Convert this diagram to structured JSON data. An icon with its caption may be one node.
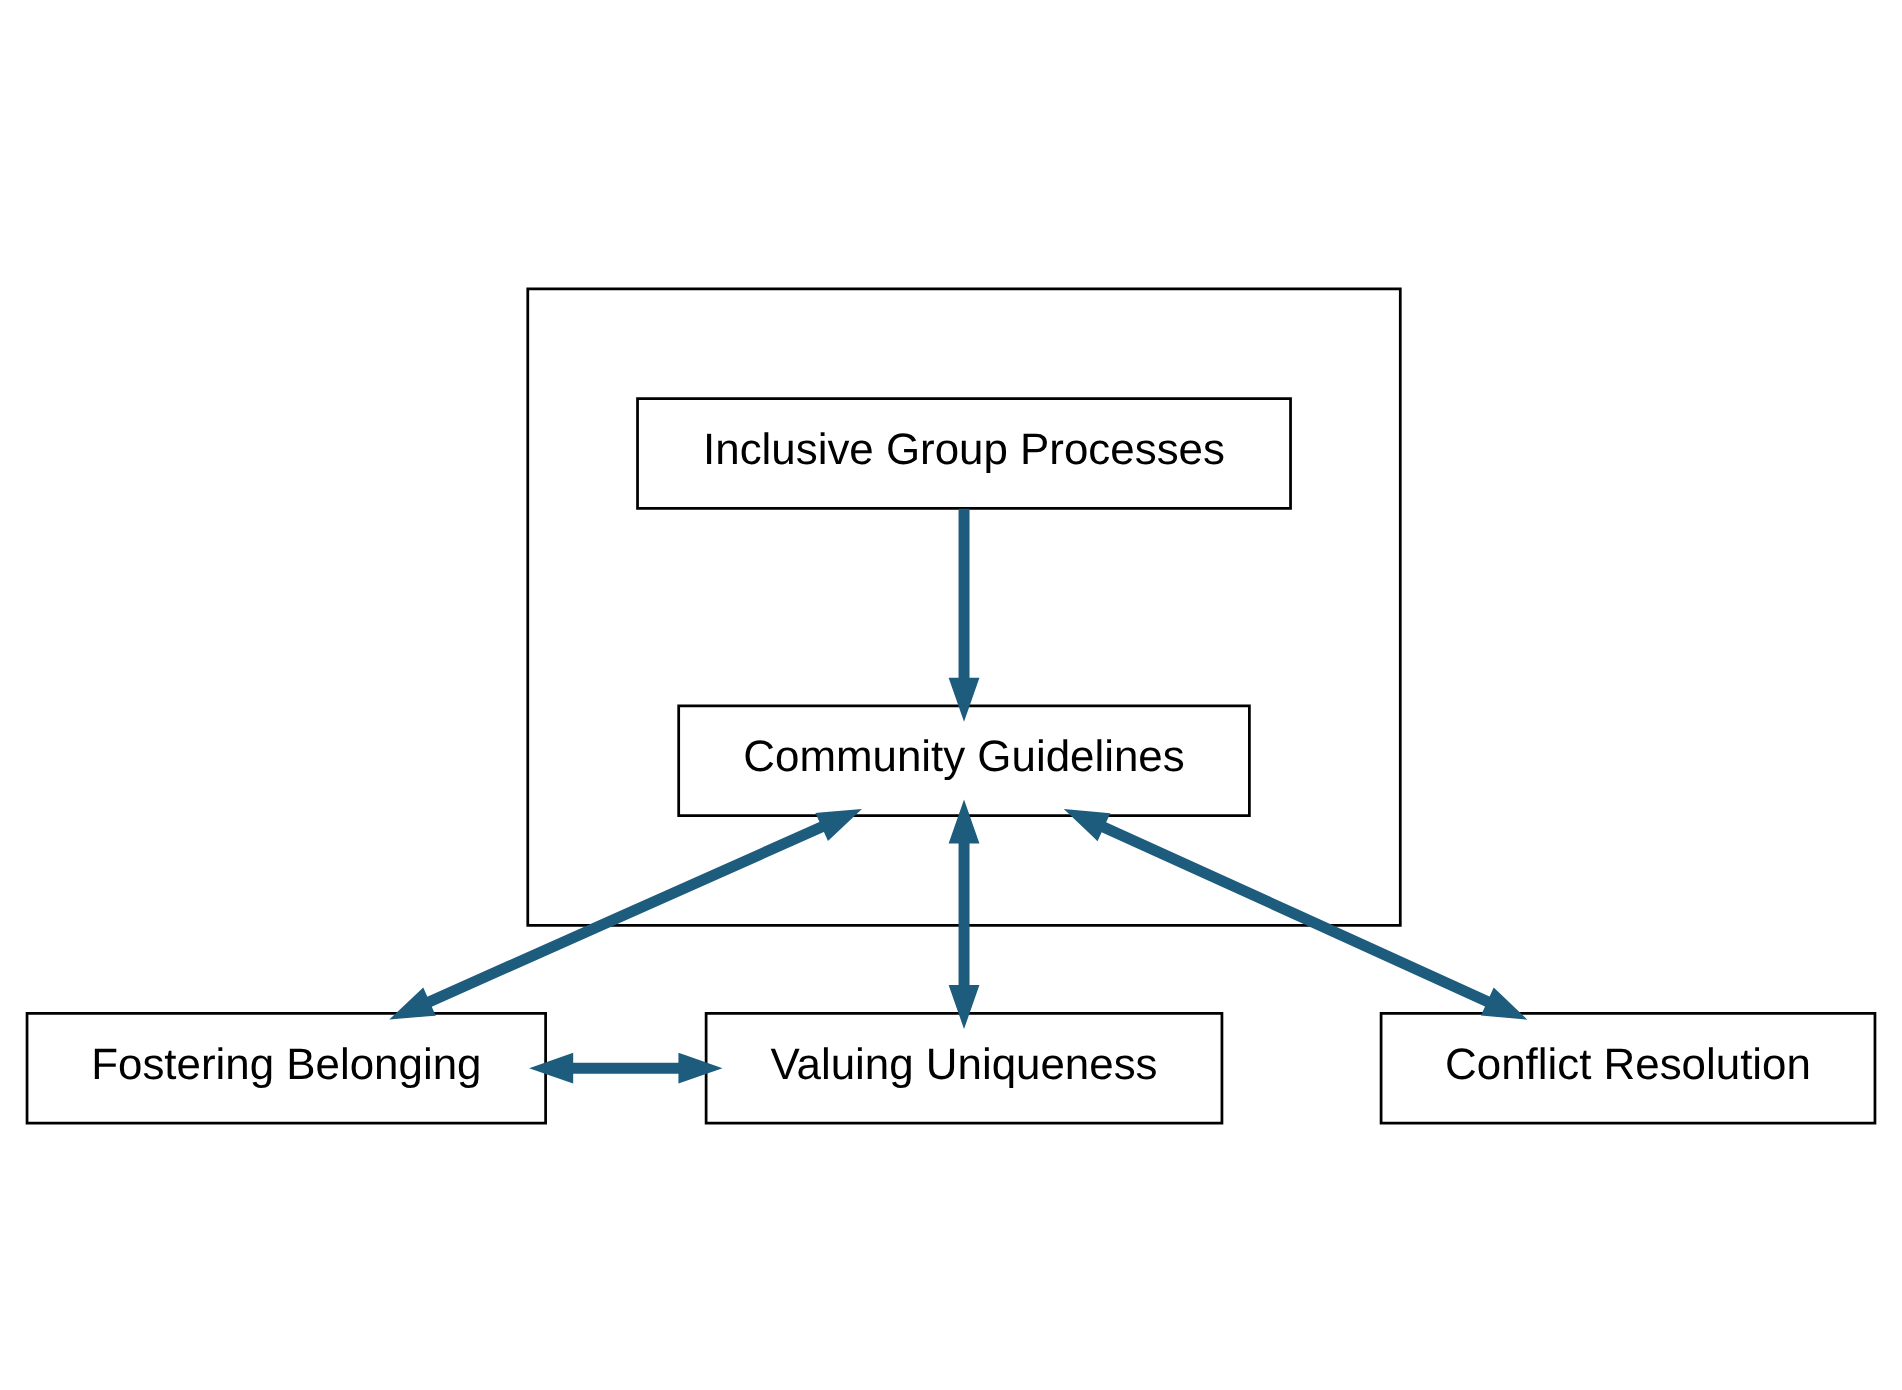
{
  "diagram": {
    "nodes": [
      {
        "text": [],
        "shape": "box"
      },
      {
        "text": [
          "Inclusive Group Processes"
        ],
        "in": 0
      },
      {
        "text": [
          "Community Guidelines"
        ],
        "in": 0
      },
      {
        "text": [
          "Fostering Belonging"
        ]
      },
      {
        "text": [
          "Valuing Uniqueness"
        ]
      },
      {
        "text": [
          "Conflict Resolution"
        ]
      }
    ],
    "edges": [
      {
        "from": 1,
        "to": 2,
        "arrow": "to"
      },
      {
        "from": 2,
        "to": 3,
        "arrow": "both"
      },
      {
        "from": 2,
        "to": 4,
        "arrow": "both"
      },
      {
        "from": 2,
        "to": 5,
        "arrow": "both"
      },
      {
        "from": 3,
        "to": 4,
        "arrow": "both"
      }
    ]
  }
}
